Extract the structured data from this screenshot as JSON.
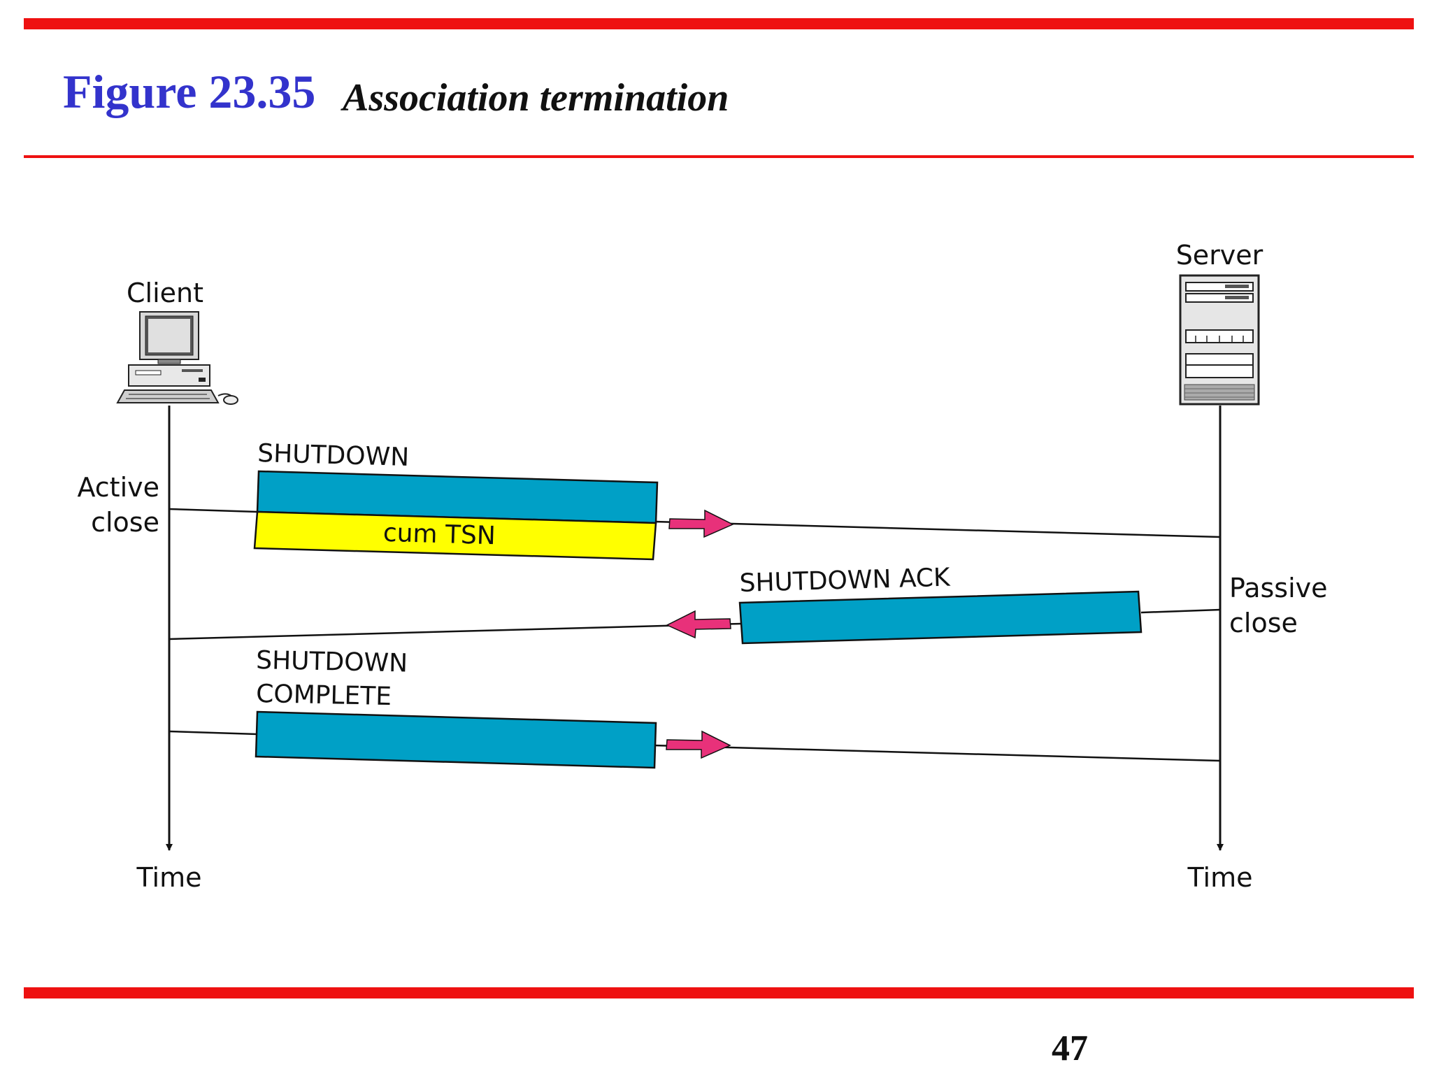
{
  "header": {
    "figure_number": "Figure 23.35",
    "figure_title": "Association termination"
  },
  "diagram": {
    "client": {
      "label": "Client",
      "time_label": "Time",
      "event_label_line1": "Active",
      "event_label_line2": "close"
    },
    "server": {
      "label": "Server",
      "time_label": "Time",
      "event_label_line1": "Passive",
      "event_label_line2": "close"
    },
    "messages": [
      {
        "label": "SHUTDOWN",
        "field": "cum TSN",
        "direction": "client-to-server"
      },
      {
        "label": "SHUTDOWN ACK",
        "direction": "server-to-client"
      },
      {
        "label_line1": "SHUTDOWN",
        "label_line2": "COMPLETE",
        "direction": "client-to-server"
      }
    ]
  },
  "footer": {
    "page_number": "47"
  },
  "colors": {
    "rule": "#ee1111",
    "figure_number": "#3333cc",
    "chunk": "#00a0c6",
    "field": "#ffff00",
    "arrow": "#e8317a"
  }
}
